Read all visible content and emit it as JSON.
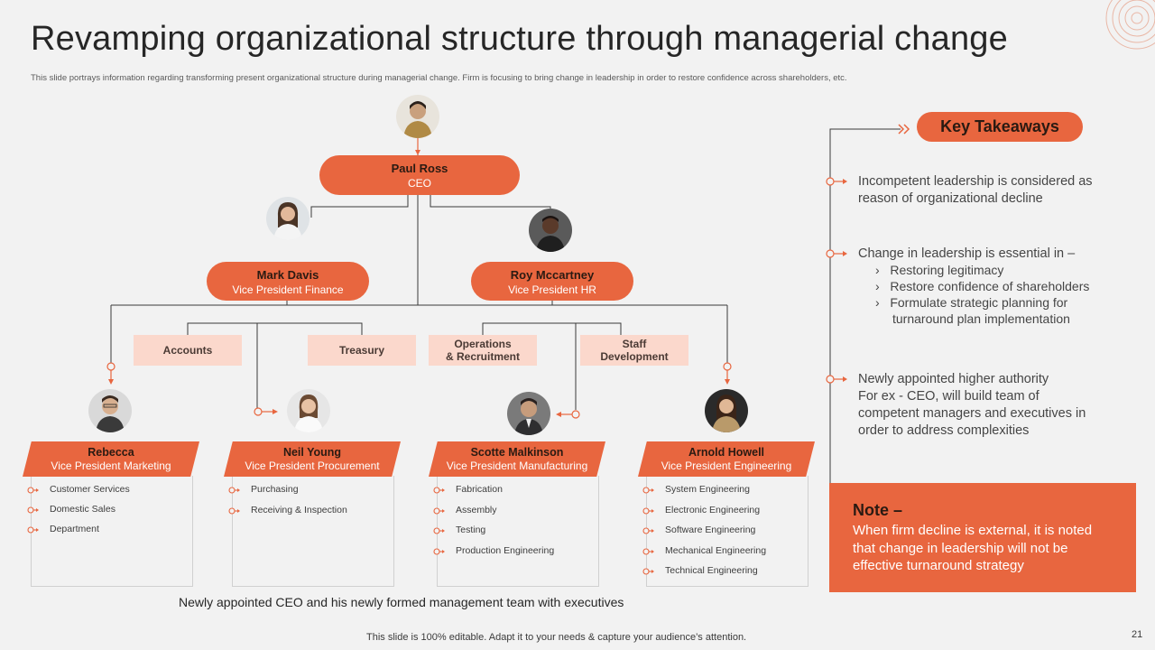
{
  "title": "Revamping organizational structure through managerial change",
  "subtitle": "This slide portrays information regarding transforming present organizational structure during managerial change. Firm is focusing to bring change in leadership in order to restore confidence across shareholders, etc.",
  "ceo": {
    "name": "Paul Ross",
    "role": "CEO"
  },
  "vp_finance": {
    "name": "Mark Davis",
    "role": "Vice President Finance"
  },
  "vp_hr": {
    "name": "Roy Mccartney",
    "role": "Vice President HR"
  },
  "departments": {
    "accounts": "Accounts",
    "treasury": "Treasury",
    "operations": "Operations\n& Recruitment",
    "staff": "Staff\nDevelopment"
  },
  "executives": [
    {
      "name": "Rebecca",
      "role": "Vice President Marketing",
      "items": [
        "Customer Services",
        "Domestic Sales",
        "Department"
      ]
    },
    {
      "name": "Neil Young",
      "role": "Vice President Procurement",
      "items": [
        "Purchasing",
        "Receiving & Inspection"
      ]
    },
    {
      "name": "Scotte Malkinson",
      "role": "Vice President Manufacturing",
      "items": [
        "Fabrication",
        "Assembly",
        "Testing",
        "Production Engineering"
      ]
    },
    {
      "name": "Arnold Howell",
      "role": "Vice President Engineering",
      "items": [
        "System Engineering",
        "Electronic Engineering",
        "Software Engineering",
        "Mechanical Engineering",
        "Technical Engineering"
      ]
    }
  ],
  "caption": "Newly appointed CEO and his newly formed management team with executives",
  "key_takeaways": {
    "title": "Key Takeaways",
    "point1": [
      "Incompetent leadership is considered as",
      "reason of organizational decline"
    ],
    "point2": "Change in leadership is essential in –",
    "point2_subs": [
      "Restoring legitimacy",
      "Restore confidence of shareholders",
      "Formulate strategic planning for",
      "turnaround plan implementation"
    ],
    "point3": [
      "Newly appointed higher authority",
      "For ex - CEO, will build team of",
      "competent managers and executives in",
      "order to address complexities"
    ]
  },
  "note": {
    "title": "Note –",
    "lines": [
      "When firm decline is external, it is noted",
      "that change in leadership will not be",
      "effective turnaround strategy"
    ]
  },
  "footer": "This slide is 100% editable. Adapt it to your needs & capture your audience’s attention.",
  "page_number": "21",
  "colors": {
    "accent": "#e8663f",
    "dept_bg": "#fbd8cc",
    "background": "#f2f2f2"
  }
}
